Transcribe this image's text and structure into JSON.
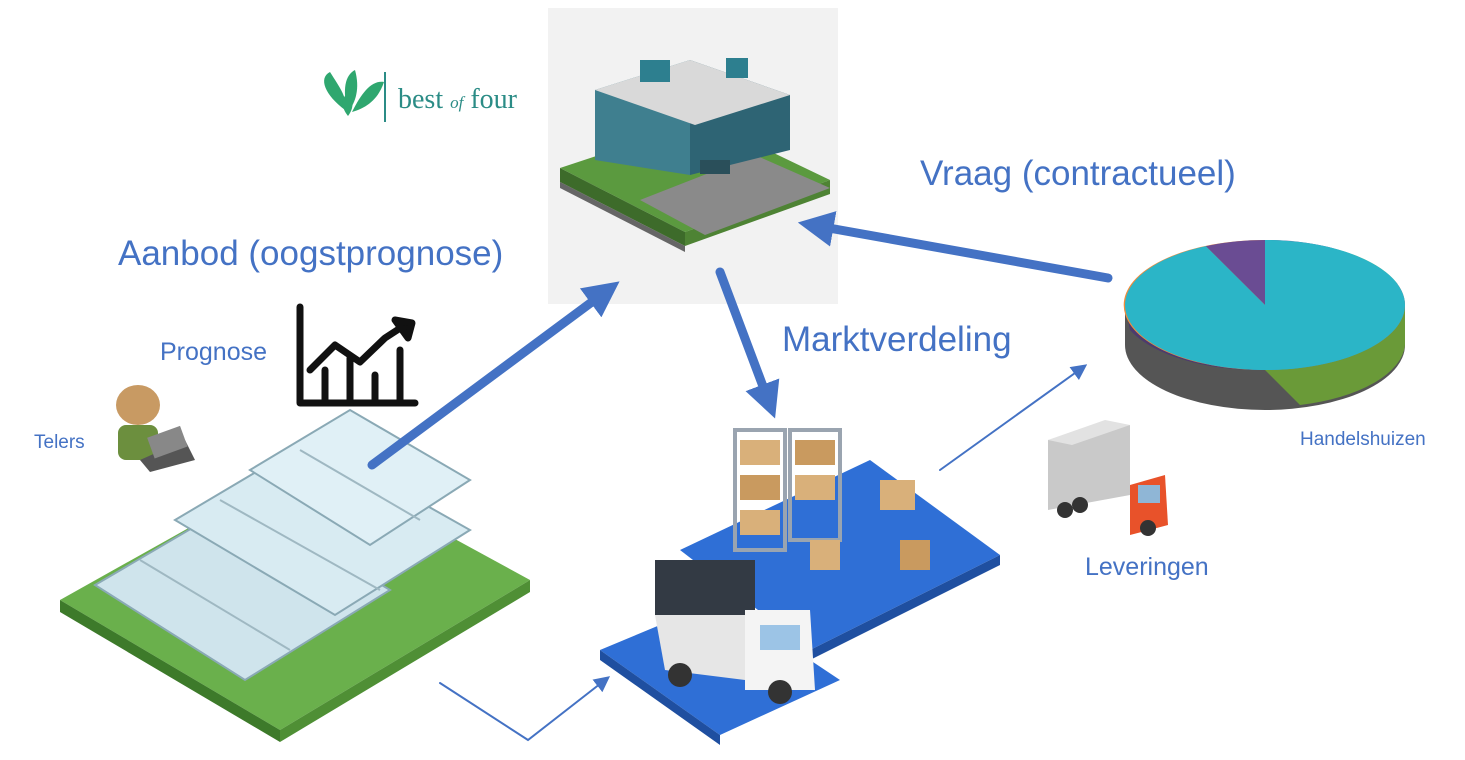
{
  "logo": {
    "word1": "best",
    "word2": "of",
    "word3": "four",
    "color": "#2b8c86",
    "leaf_color": "#2fa76f"
  },
  "labels": {
    "aanbod": "Aanbod (oogstprognose)",
    "vraag": "Vraag (contractueel)",
    "marktverdeling": "Marktverdeling",
    "prognose": "Prognose",
    "telers": "Telers",
    "handelshuizen": "Handelshuizen",
    "leveringen": "Leveringen"
  },
  "colors": {
    "text": "#4472c4",
    "arrow": "#4472c4",
    "grass": "#6ab04c",
    "platform": "#2f6fd6",
    "building": "#3f7f8f",
    "truck_cab": "#e8522a"
  },
  "pie_colors": [
    "#f08c3c",
    "#4a90d9",
    "#d9534f",
    "#8cc152",
    "#6a4c93",
    "#2bb5c7"
  ],
  "icons": [
    "office-building-icon",
    "greenhouse-icon",
    "warehouse-icon",
    "delivery-truck-icon",
    "pie-chart-icon",
    "growth-chart-icon",
    "farmer-laptop-icon",
    "logo-leaf-icon"
  ]
}
